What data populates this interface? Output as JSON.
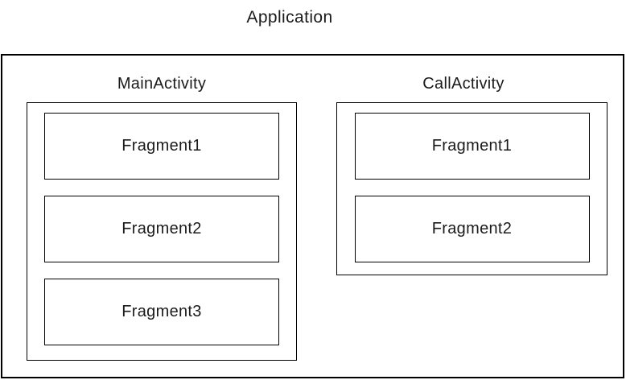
{
  "diagram": {
    "title": "Application",
    "colors": {
      "background": "#ffffff",
      "border": "#000000",
      "text": "#1b1b1b"
    },
    "activities": [
      {
        "label": "MainActivity",
        "fragments": [
          "Fragment1",
          "Fragment2",
          "Fragment3"
        ]
      },
      {
        "label": "CallActivity",
        "fragments": [
          "Fragment1",
          "Fragment2"
        ]
      }
    ]
  }
}
